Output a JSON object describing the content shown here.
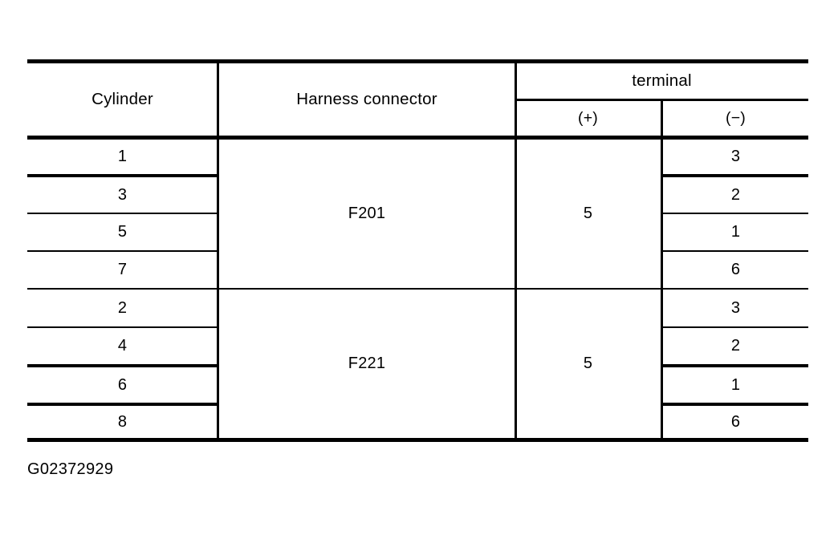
{
  "table": {
    "headers": {
      "cylinder": "Cylinder",
      "harness_connector": "Harness connector",
      "terminal": "terminal",
      "terminal_plus": "(+)",
      "terminal_minus": "(−)"
    },
    "groups": [
      {
        "harness_connector": "F201",
        "terminal_plus": "5",
        "rows": [
          {
            "cylinder": "1",
            "terminal_minus": "3"
          },
          {
            "cylinder": "3",
            "terminal_minus": "2"
          },
          {
            "cylinder": "5",
            "terminal_minus": "1"
          },
          {
            "cylinder": "7",
            "terminal_minus": "6"
          }
        ]
      },
      {
        "harness_connector": "F221",
        "terminal_plus": "5",
        "rows": [
          {
            "cylinder": "2",
            "terminal_minus": "3"
          },
          {
            "cylinder": "4",
            "terminal_minus": "2"
          },
          {
            "cylinder": "6",
            "terminal_minus": "1"
          },
          {
            "cylinder": "8",
            "terminal_minus": "6"
          }
        ]
      }
    ]
  },
  "caption": "G02372929",
  "colors": {
    "ink": "#000000",
    "background": "#ffffff"
  }
}
